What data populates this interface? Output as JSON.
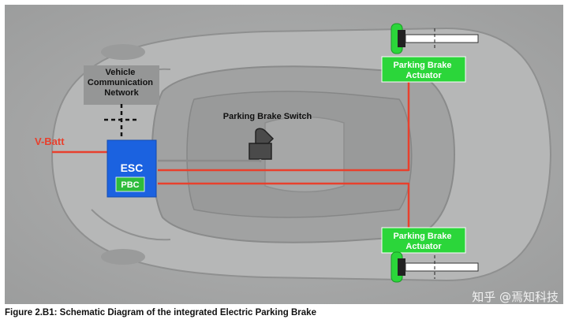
{
  "diagram": {
    "vcn_label": [
      "Vehicle",
      "Communication",
      "Network"
    ],
    "switch_label": "Parking Brake Switch",
    "vbatt_label": "V-Batt",
    "esc_label": "ESC",
    "pbc_label": "PBC",
    "actuator_top_label": [
      "Parking Brake",
      "Actuator"
    ],
    "actuator_bottom_label": [
      "Parking Brake",
      "Actuator"
    ]
  },
  "caption": "Figure 2.B1: Schematic Diagram of the integrated Electric Parking Brake",
  "watermark": "知乎 @焉知科技",
  "colors": {
    "background": "#a9aaaa",
    "car_body": "#b7b8b8",
    "esc_blue": "#1b62e0",
    "pbc_green": "#2ebc3c",
    "actuator_green": "#2bd63a",
    "wire_red": "#e8402d",
    "wire_gray": "#8c8c8c"
  }
}
